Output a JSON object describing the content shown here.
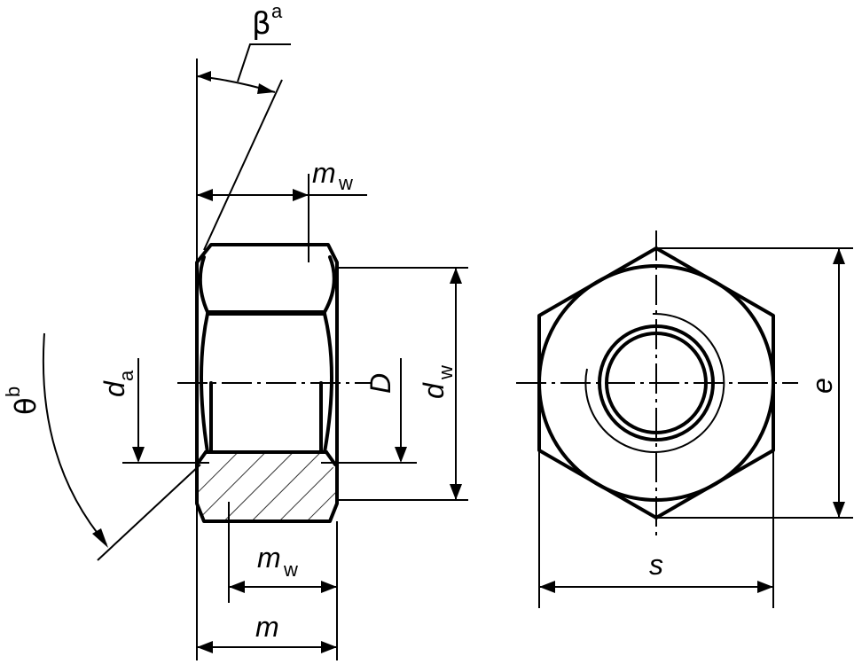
{
  "labels": {
    "beta": "β",
    "beta_sup": "a",
    "theta": "θ",
    "theta_sup": "b",
    "m_w_top": "m",
    "m_w_top_sub": "w",
    "d_a": "d",
    "d_a_sub": "a",
    "D": "D",
    "d_w": "d",
    "d_w_sub": "w",
    "m_w_bottom": "m",
    "m_w_bottom_sub": "w",
    "m": "m",
    "s": "s",
    "e": "e"
  }
}
